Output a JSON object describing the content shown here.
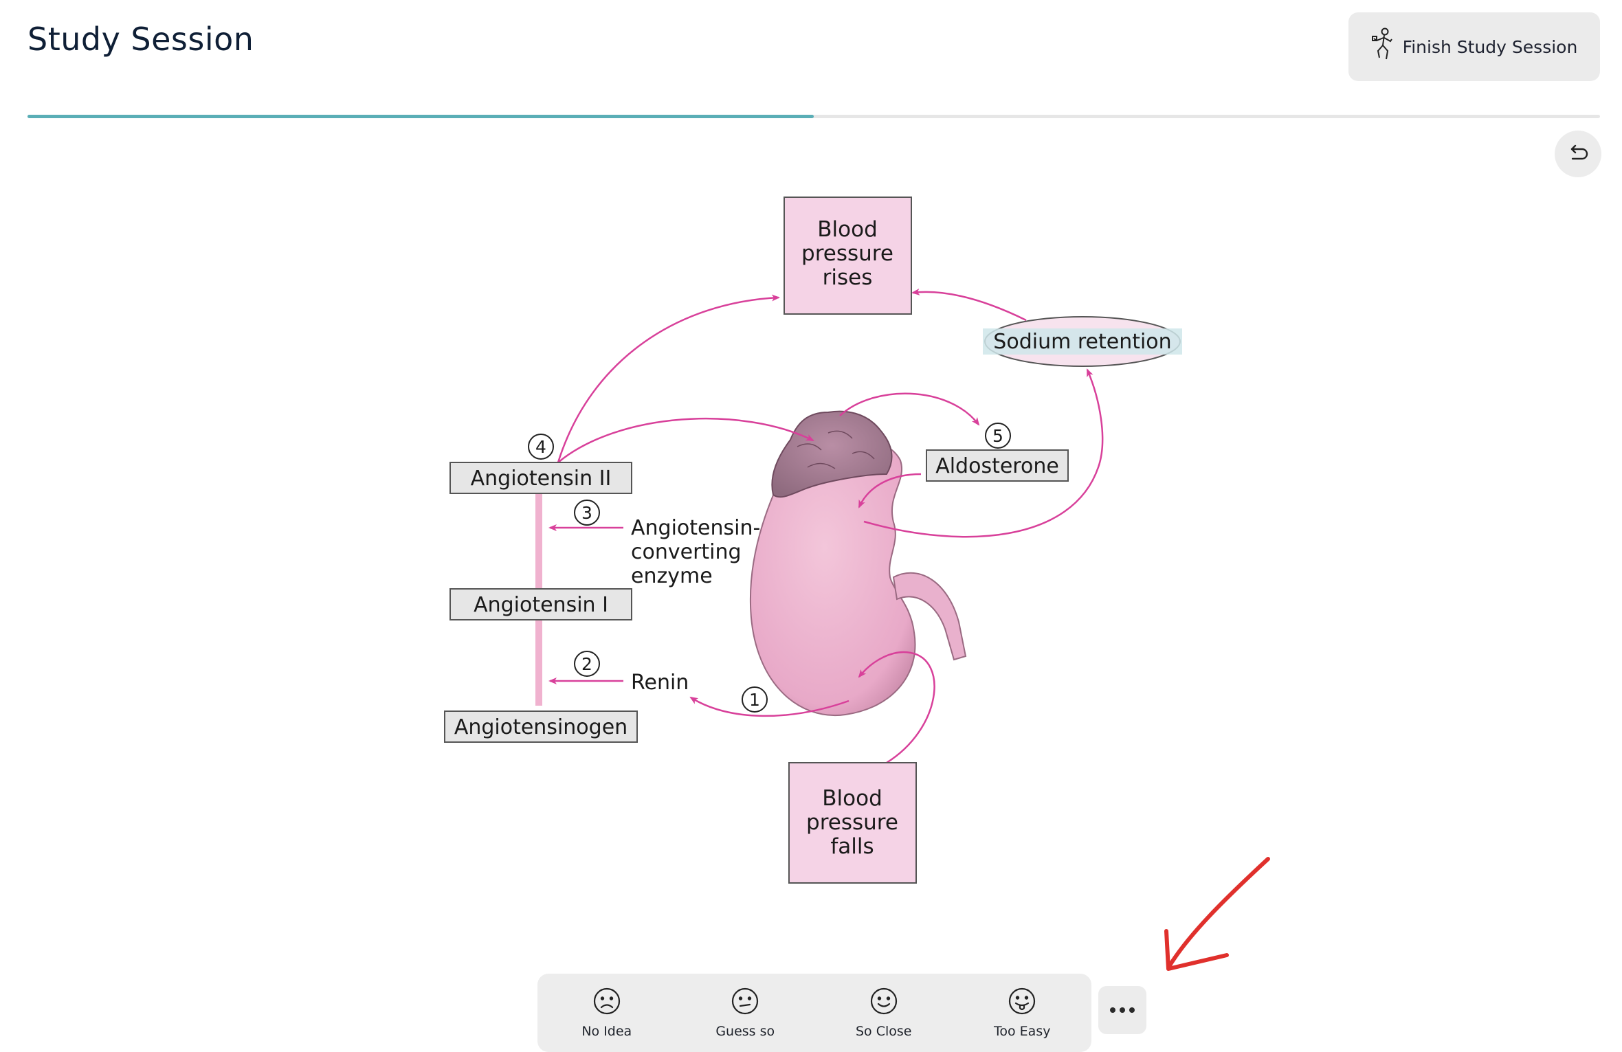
{
  "header": {
    "title": "Study Session",
    "finish_button_label": "Finish Study Session",
    "finish_icon": "person-running-icon"
  },
  "progress": {
    "fraction": 0.5,
    "color": "#5aaeb6"
  },
  "undo_icon": "undo-icon",
  "diagram": {
    "bp_rises": [
      "Blood",
      "pressure",
      "rises"
    ],
    "bp_falls": [
      "Blood",
      "pressure",
      "falls"
    ],
    "sodium_retention": "Sodium retention",
    "aldosterone": "Aldosterone",
    "angiotensin_ii": "Angiotensin II",
    "angiotensin_i": "Angiotensin I",
    "angiotensinogen": "Angiotensinogen",
    "ace": [
      "Angiotensin-",
      "converting",
      "enzyme"
    ],
    "renin": "Renin",
    "steps": [
      "1",
      "2",
      "3",
      "4",
      "5"
    ],
    "accent_color": "#d8409a",
    "box_fill": "#f5d3e6"
  },
  "rating": {
    "options": [
      {
        "label": "No Idea",
        "icon": "sad-face-icon"
      },
      {
        "label": "Guess so",
        "icon": "neutral-face-icon"
      },
      {
        "label": "So Close",
        "icon": "smile-face-icon"
      },
      {
        "label": "Too Easy",
        "icon": "tongue-face-icon"
      }
    ]
  },
  "more_icon": "more-options-icon"
}
